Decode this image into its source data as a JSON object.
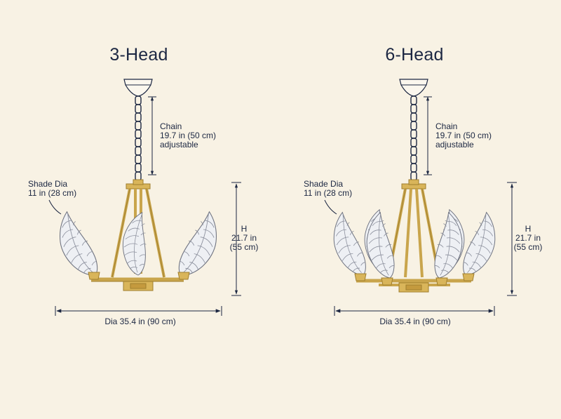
{
  "left": {
    "title": "3-Head",
    "chain": [
      "Chain",
      "19.7 in (50 cm)",
      "adjustable"
    ],
    "shade": [
      "Shade Dia",
      "11 in (28 cm)"
    ],
    "height": [
      "H",
      "21.7 in",
      "(55 cm)"
    ],
    "diameter": "Dia 35.4 in (90 cm)"
  },
  "right": {
    "title": "6-Head",
    "chain": [
      "Chain",
      "19.7 in (50 cm)",
      "adjustable"
    ],
    "shade": [
      "Shade Dia",
      "11 in (28 cm)"
    ],
    "height": [
      "H",
      "21.7 in",
      "(55 cm)"
    ],
    "diameter": "Dia 35.4 in (90 cm)"
  },
  "colors": {
    "background": "#f8f2e4",
    "ink": "#1c2742",
    "brass": "#d9b55a",
    "brass_dark": "#a07f2e",
    "glass": "#eef0f4",
    "glass_line": "#8b8f9c"
  }
}
